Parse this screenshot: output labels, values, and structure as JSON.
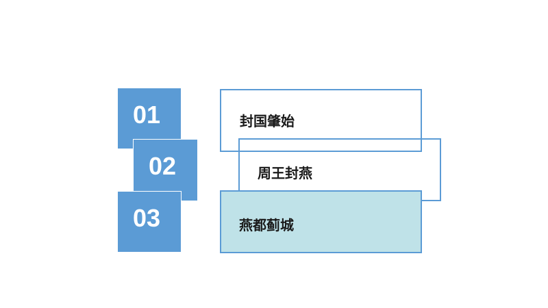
{
  "items": [
    {
      "number": "01",
      "label": "封国肇始"
    },
    {
      "number": "02",
      "label": "周王封燕"
    },
    {
      "number": "03",
      "label": "燕都蓟城"
    }
  ],
  "colors": {
    "accent": "#5b9bd5",
    "highlight_fill": "#bfe2e8",
    "text": "#1a1a1a"
  }
}
